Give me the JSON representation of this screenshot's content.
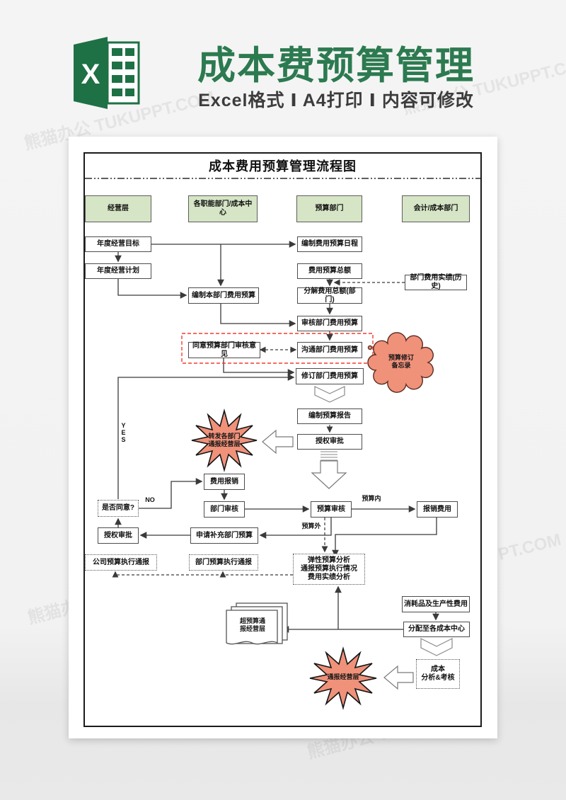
{
  "header": {
    "logo_letter": "X",
    "title": "成本费预算管理",
    "subtitle": "Excel格式 Ⅰ A4打印 Ⅰ 内容可修改"
  },
  "watermark_text": "熊猫办公 TUKUPPT.COM",
  "flowchart": {
    "title": "成本费用预算管理流程图",
    "lanes": {
      "l1": "经营层",
      "l2": "各职能部门/成本中心",
      "l3": "预算部门",
      "l4": "会计/成本部门"
    },
    "nodes": {
      "annual_goal": "年度经营目标",
      "annual_plan": "年度经营计划",
      "schedule": "编制费用预算日程",
      "total_budget": "费用预算总额",
      "history": "部门费用实绩(历史)",
      "decompose": "分解费用总额(部门)",
      "prepare_dept": "编制本部门费用预算",
      "review_dept": "审核部门费用预算",
      "agree_opinion": "同意预算部门审核意见",
      "communicate": "沟通部门费用预算",
      "revise": "修订部门费用预算",
      "report": "编制预算报告",
      "approve_mid": "授权审批",
      "expense_claim": "费用报销",
      "agree_q": "是否同意?",
      "dept_review": "部门审核",
      "budget_review": "预算审核",
      "reimburse": "报销费用",
      "apply_supplement": "申请补充部门预算",
      "approve_left": "授权审批",
      "company_exec_report": "公司预算执行通报",
      "dept_exec_report": "部门预算执行通报",
      "flex_l1": "弹性预算分析",
      "flex_l2": "通报预算执行情况",
      "flex_l3": "费用实绩分析",
      "consumables": "消耗品及生产性费用",
      "allocate": "分配至各成本中心",
      "cost_l1": "成本",
      "cost_l2": "分析&考核",
      "doc_l1": "超预算通",
      "doc_l2": "报经营层",
      "burst1_l1": "转发各部门",
      "burst1_l2": "通报经营层",
      "burst2": "通报经营层",
      "cloud_l1": "预算修订",
      "cloud_l2": "备忘录"
    },
    "labels": {
      "yes": "YES",
      "no": "NO",
      "within_budget": "预算内",
      "over_budget": "预算外"
    },
    "colors": {
      "excel_green": "#1e7145",
      "title_green": "#2c7a50",
      "lane_fill": "#d5e5c5",
      "shape_fill": "#f0917a",
      "red_dashed": "#f43b2d"
    }
  }
}
